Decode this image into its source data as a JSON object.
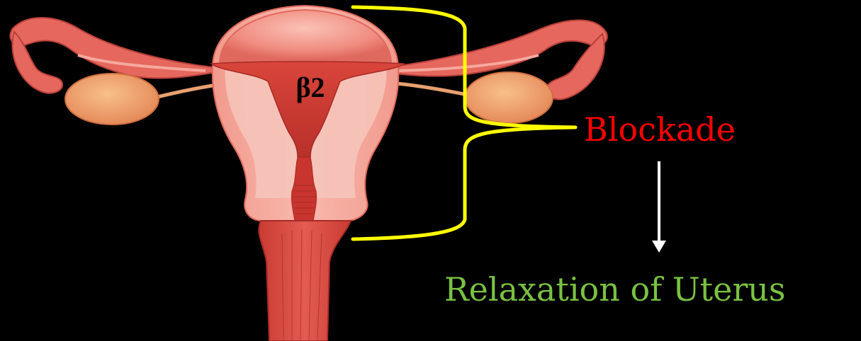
{
  "diagram": {
    "receptor_label": "β2",
    "effect_label": "Blockade",
    "result_label": "Relaxation of Uterus",
    "colors": {
      "background": "#000000",
      "bracket": "#FFFF00",
      "effect": "#FF0000",
      "result": "#7AC142",
      "arrow": "#FFFFFF",
      "uterus_tissue": "#E96E63",
      "uterus_cavity": "#C8352E",
      "ovary": "#F2A26A"
    },
    "icons": [
      "uterus-illustration",
      "curly-bracket",
      "down-arrow-icon"
    ]
  }
}
